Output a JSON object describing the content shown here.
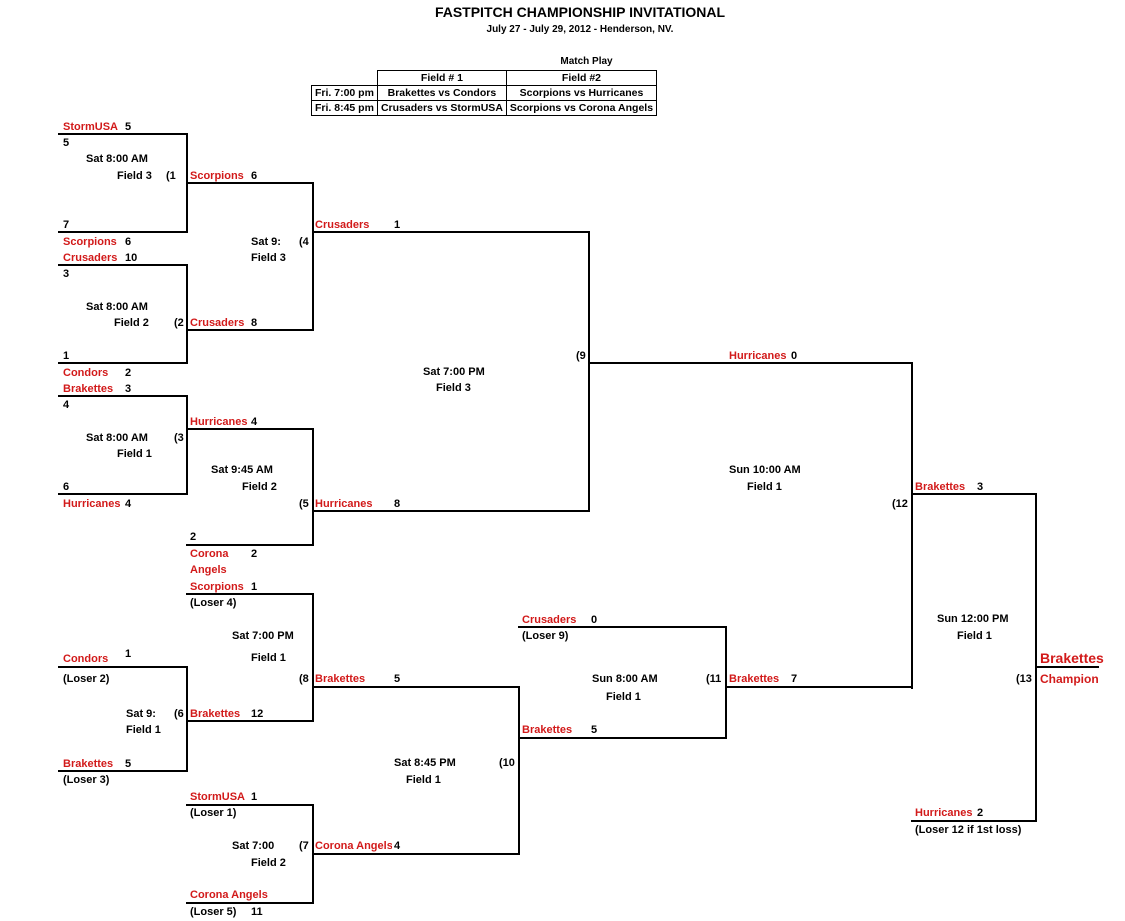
{
  "header": {
    "title": "FASTPITCH CHAMPIONSHIP INVITATIONAL",
    "subtitle": "July 27 - July 29, 2012 - Henderson, NV."
  },
  "match_play": {
    "title": "Match Play",
    "columns": [
      "Field # 1",
      "Field #2"
    ],
    "rows": [
      {
        "time": "Fri. 7:00 pm",
        "field1": "Brakettes vs Condors",
        "field2": "Scorpions vs Hurricanes"
      },
      {
        "time": "Fri. 8:45 pm",
        "field1": "Crusaders vs StormUSA",
        "field2": "Scorpions vs Corona Angels"
      }
    ]
  },
  "teams": {
    "stormusa_1": {
      "name": "StormUSA",
      "score": "5",
      "pre": "5"
    },
    "scorpions_1": {
      "name": "Scorpions",
      "score": "6",
      "pre": "7"
    },
    "crusaders_1": {
      "name": "Crusaders",
      "score": "10",
      "pre": "3"
    },
    "condors_1": {
      "name": "Condors",
      "score": "2",
      "pre": "1"
    },
    "brakettes_1": {
      "name": "Brakettes",
      "score": "3",
      "pre": "4"
    },
    "hurricanes_1": {
      "name": "Hurricanes",
      "score": "4",
      "pre": "6"
    },
    "scorpions_w1": {
      "name": "Scorpions",
      "score": "6"
    },
    "crusaders_w2": {
      "name": "Crusaders",
      "score": "8"
    },
    "hurricanes_w3": {
      "name": "Hurricanes",
      "score": "4"
    },
    "corona_1": {
      "name_line1": "Corona",
      "name_line2": "Angels",
      "score": "2",
      "pre": "2"
    },
    "crusaders_w4": {
      "name": "Crusaders",
      "score": "1"
    },
    "hurricanes_w5": {
      "name": "Hurricanes",
      "score": "8"
    },
    "hurricanes_w9": {
      "name": "Hurricanes",
      "score": "0"
    },
    "scorpions_l4": {
      "name": "Scorpions",
      "score": "1",
      "note": "(Loser 4)"
    },
    "condors_l2": {
      "name": "Condors",
      "score": "1",
      "note": "(Loser 2)"
    },
    "brakettes_l3": {
      "name": "Brakettes",
      "score": "5",
      "note": "(Loser 3)"
    },
    "brakettes_w6": {
      "name": "Brakettes",
      "score": "12"
    },
    "stormusa_l1": {
      "name": "StormUSA",
      "score": "1",
      "note": "(Loser 1)"
    },
    "corona_l5": {
      "name": "Corona Angels",
      "score": "11",
      "note": "(Loser  5)"
    },
    "brakettes_w8": {
      "name": "Brakettes",
      "score": "5"
    },
    "corona_w7": {
      "name": "Corona Angels",
      "score": "4"
    },
    "crusaders_l9": {
      "name": "Crusaders",
      "score": "0",
      "note": "(Loser 9)"
    },
    "brakettes_w10": {
      "name": "Brakettes",
      "score": "5"
    },
    "brakettes_w11": {
      "name": "Brakettes",
      "score": "7"
    },
    "brakettes_w12": {
      "name": "Brakettes",
      "score": "3"
    },
    "hurricanes_l12": {
      "name": "Hurricanes",
      "score": "2",
      "note": "(Loser 12 if 1st loss)"
    }
  },
  "games": {
    "g1": {
      "num": "(1",
      "time": "Sat 8:00 AM",
      "field": "Field 3"
    },
    "g2": {
      "num": "(2",
      "time": "Sat 8:00 AM",
      "field": "Field 2"
    },
    "g3": {
      "num": "(3",
      "time": "Sat 8:00 AM",
      "field": "Field 1"
    },
    "g4": {
      "num": "(4",
      "time": "Sat 9:",
      "field": "Field 3"
    },
    "g5": {
      "num": "(5",
      "time": "Sat 9:45 AM",
      "field": "Field 2"
    },
    "g6": {
      "num": "(6",
      "time": "Sat 9:",
      "field": "Field 1"
    },
    "g7": {
      "num": "(7",
      "time": "Sat 7:00",
      "field": "Field 2"
    },
    "g8": {
      "num": "(8",
      "time": "Sat 7:00 PM",
      "field": "Field 1"
    },
    "g9": {
      "num": "(9",
      "time": "Sat 7:00 PM",
      "field": "Field 3"
    },
    "g10": {
      "num": "(10",
      "time": "Sat 8:45 PM",
      "field": "Field 1"
    },
    "g11": {
      "num": "(11",
      "time": "Sun 8:00 AM",
      "field": "Field 1"
    },
    "g12": {
      "num": "(12",
      "time": "Sun 10:00 AM",
      "field": "Field 1"
    },
    "g13": {
      "num": "(13",
      "time": "Sun 12:00 PM",
      "field": "Field 1"
    }
  },
  "champion": {
    "name": "Brakettes",
    "label": "Champion"
  }
}
